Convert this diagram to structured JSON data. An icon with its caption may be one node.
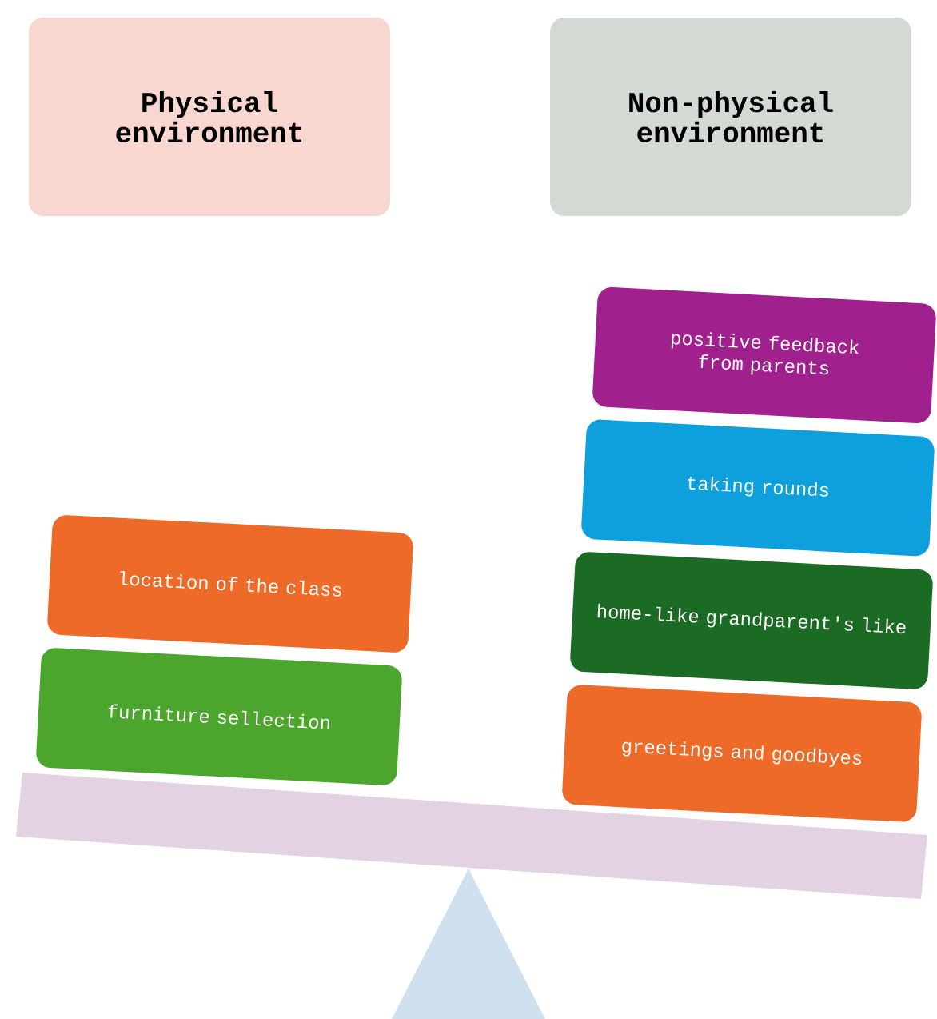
{
  "diagram": {
    "nodes": [
      {
        "text": [
          "Physical environment"
        ]
      },
      {
        "text": [
          "Non-physical environment"
        ]
      },
      {
        "text": [
          "location of the class"
        ]
      },
      {
        "text": [
          "furniture sellection"
        ]
      },
      {
        "text": [
          "positive feedback from parents"
        ]
      },
      {
        "text": [
          "taking rounds"
        ]
      },
      {
        "text": [
          "home-like grandparent's like"
        ]
      },
      {
        "text": [
          "greetings and goodbyes"
        ]
      }
    ]
  }
}
